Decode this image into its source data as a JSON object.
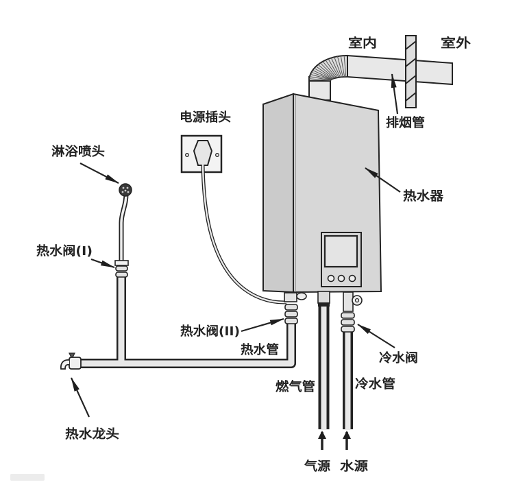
{
  "diagram": {
    "labels": {
      "indoor": "室内",
      "outdoor": "室外",
      "flue_pipe": "排烟管",
      "power_plug": "电源插头",
      "shower_head": "淋浴喷头",
      "hot_water_valve_1": "热水阀(I)",
      "water_heater": "热水器",
      "hot_water_valve_2": "热水阀(II)",
      "hot_water_pipe": "热水管",
      "cold_water_valve": "冷水阀",
      "gas_pipe": "燃气管",
      "cold_water_pipe": "冷水管",
      "hot_water_faucet": "热水龙头",
      "gas_source": "气源",
      "water_source": "水源"
    },
    "colors": {
      "ink": "#232323",
      "heater": "#d7d7d7",
      "heater_side": "#cbcbcb",
      "pipe": "#e8e8e8",
      "background": "#ffffff"
    }
  }
}
